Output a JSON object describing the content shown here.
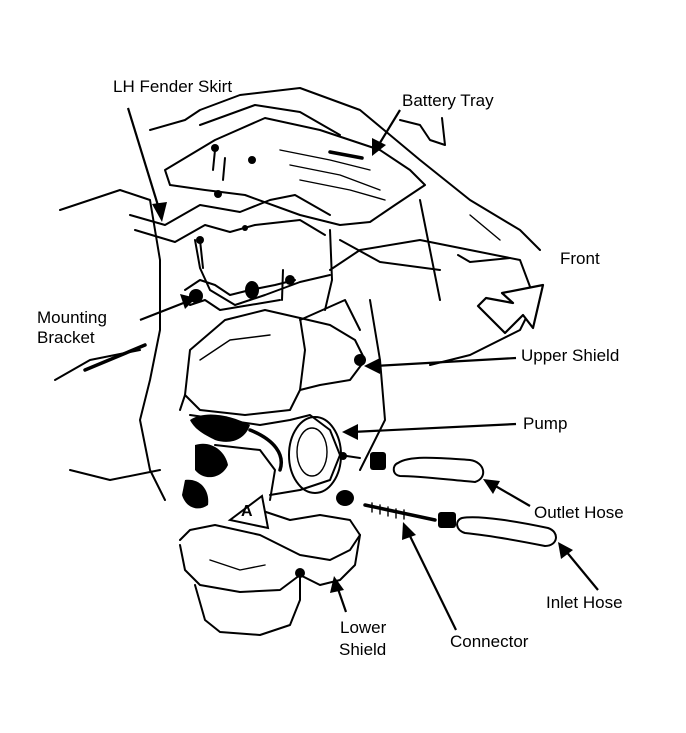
{
  "labels": {
    "lh_fender_skirt": "LH Fender Skirt",
    "battery_tray": "Battery Tray",
    "front": "Front",
    "mounting_bracket_line1": "Mounting",
    "mounting_bracket_line2": "Bracket",
    "upper_shield": "Upper Shield",
    "pump": "Pump",
    "outlet_hose": "Outlet Hose",
    "inlet_hose": "Inlet Hose",
    "lower_shield_line1": "Lower",
    "lower_shield_line2": "Shield",
    "connector": "Connector",
    "marker_a": "A"
  }
}
